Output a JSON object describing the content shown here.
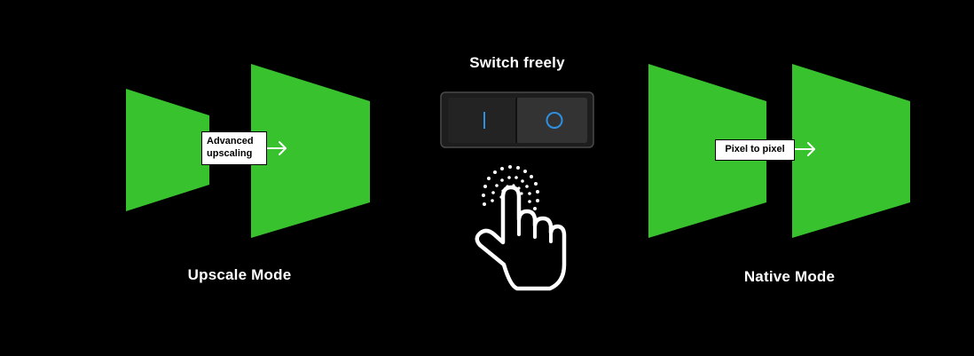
{
  "upscale_mode": {
    "caption": "Upscale Mode",
    "label_line1": "Advanced",
    "label_line2": "upscaling"
  },
  "native_mode": {
    "caption": "Native Mode",
    "label": "Pixel to pixel"
  },
  "switch": {
    "caption": "Switch freely",
    "on_symbol": "I",
    "off_symbol": "O"
  },
  "colors": {
    "background": "#000000",
    "frustum_green": "#37c22e",
    "switch_body": "#2b2b2b",
    "switch_symbol_blue": "#2f8fe0",
    "text": "#ffffff"
  },
  "icons": [
    "right-arrow-icon",
    "hand-pointer-icon",
    "rocker-switch-icon"
  ]
}
